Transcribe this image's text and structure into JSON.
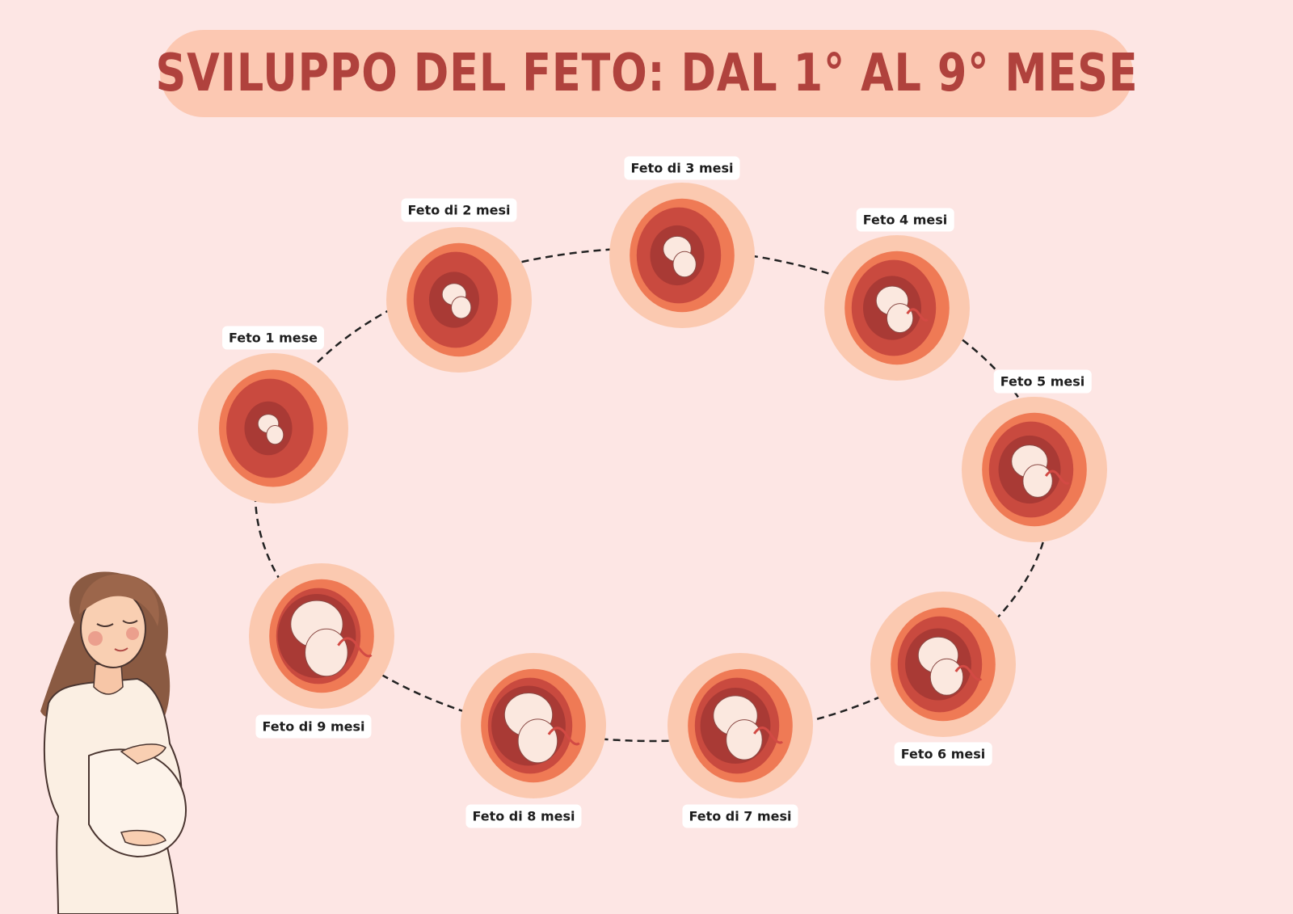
{
  "title": "SVILUPPO DEL FETO: DAL 1° AL 9° MESE",
  "colors": {
    "background": "#fde6e4",
    "title_bar": "#fcc8b2",
    "title_text": "#b0423d",
    "outer_ring": "#fbc9b0",
    "orange_ring": "#ef7a55",
    "red_ring": "#c94a3f",
    "womb": "#ffe7df",
    "fetus": "#fbe8df",
    "cord": "#d24a44",
    "path": "#222222"
  },
  "stages": [
    {
      "month": 1,
      "label": "Feto 1 mese"
    },
    {
      "month": 2,
      "label": "Feto di 2 mesi"
    },
    {
      "month": 3,
      "label": "Feto di 3 mesi"
    },
    {
      "month": 4,
      "label": "Feto 4 mesi"
    },
    {
      "month": 5,
      "label": "Feto 5 mesi"
    },
    {
      "month": 6,
      "label": "Feto 6 mesi"
    },
    {
      "month": 7,
      "label": "Feto di 7 mesi"
    },
    {
      "month": 8,
      "label": "Feto di 8 mesi"
    },
    {
      "month": 9,
      "label": "Feto di 9 mesi"
    }
  ]
}
